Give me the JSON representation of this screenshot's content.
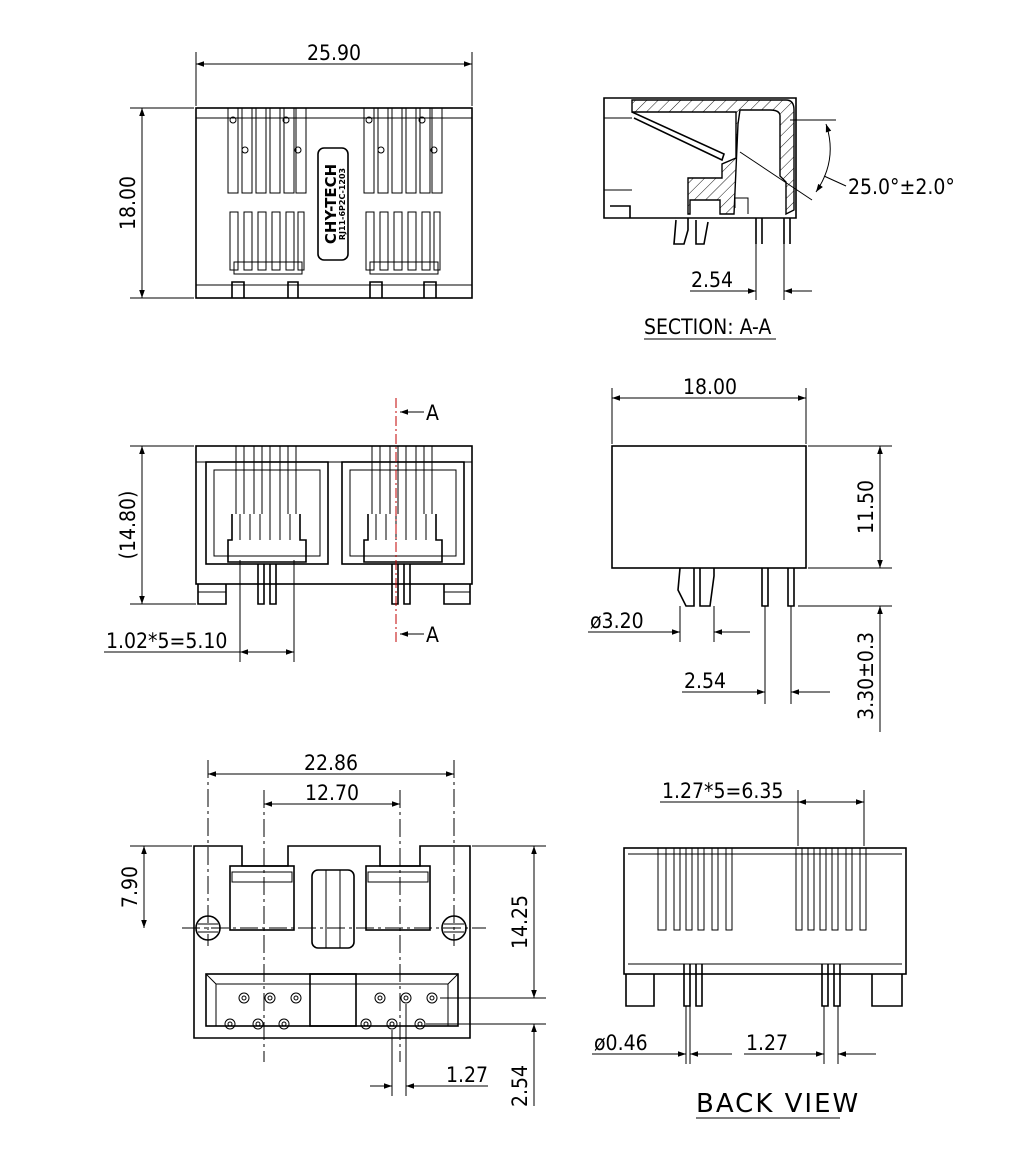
{
  "dimensions": {
    "top_width": "25.90",
    "top_height": "18.00",
    "section_angle": "25.0°±2.0°",
    "section_pitch": "2.54",
    "front_height": "(14.80)",
    "front_pin_span": "1.02*5=5.10",
    "side_width": "18.00",
    "side_height": "11.50",
    "side_post_dia": "ø3.20",
    "side_pitch": "2.54",
    "side_pin_len": "3.30±0.3",
    "bottom_span": "22.86",
    "bottom_center": "12.70",
    "bottom_offset": "7.90",
    "bottom_depth": "14.25",
    "bottom_pitch_x": "1.27",
    "bottom_pitch_y": "2.54",
    "back_pin_span": "1.27*5=6.35",
    "back_pin_dia": "ø0.46",
    "back_pitch": "1.27"
  },
  "labels": {
    "section_title": "SECTION: A-A",
    "back_title": "BACK VIEW",
    "cut_marker": "A",
    "brand": "CHY-TECH",
    "part_no": "RJ11-6P2C-1203"
  }
}
